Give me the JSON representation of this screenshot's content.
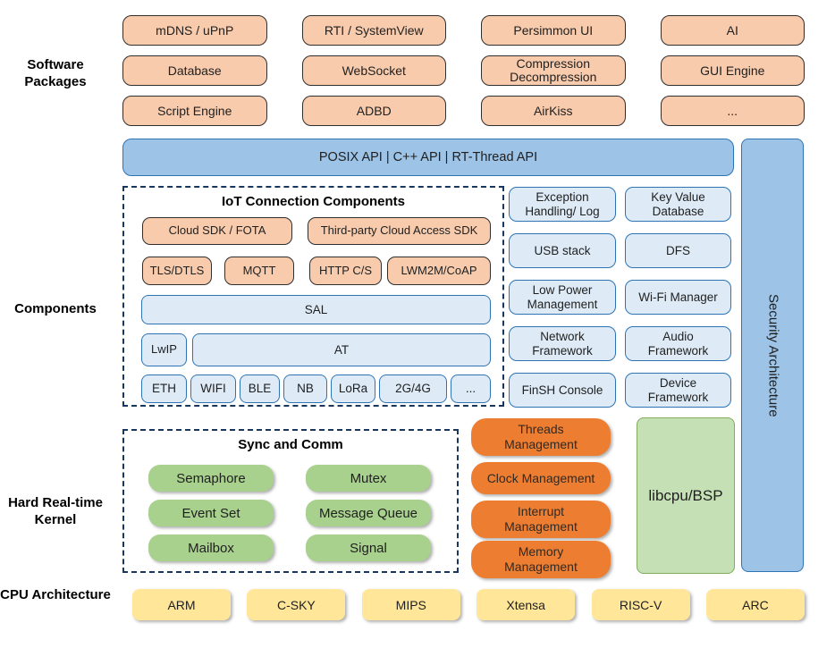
{
  "section_labels": {
    "software": "Software Packages",
    "components": "Components",
    "kernel": "Hard Real-time Kernel",
    "cpu": "CPU Architecture"
  },
  "software_packages": [
    "mDNS / uPnP",
    "RTI / SystemView",
    "Persimmon UI",
    "AI",
    "Database",
    "WebSocket",
    "Compression Decompression",
    "GUI Engine",
    "Script Engine",
    "ADBD",
    "AirKiss",
    "..."
  ],
  "api_bar": "POSIX API | C++ API | RT-Thread API",
  "security_bar": "Security Architecture",
  "iot": {
    "title": "IoT Connection Components",
    "sdk": [
      "Cloud SDK / FOTA",
      "Third-party Cloud Access SDK"
    ],
    "protocols": [
      "TLS/DTLS",
      "MQTT",
      "HTTP C/S",
      "LWM2M/CoAP"
    ],
    "sal": "SAL",
    "lwip": "LwIP",
    "at": "AT",
    "links": [
      "ETH",
      "WIFI",
      "BLE",
      "NB",
      "LoRa",
      "2G/4G",
      "..."
    ]
  },
  "component_boxes": [
    "Exception Handling/ Log",
    "Key Value Database",
    "USB stack",
    "DFS",
    "Low Power Management",
    "Wi-Fi Manager",
    "Network Framework",
    "Audio Framework",
    "FinSH Console",
    "Device Framework"
  ],
  "kernel": {
    "sync_title": "Sync and Comm",
    "sync_items": [
      "Semaphore",
      "Mutex",
      "Event Set",
      "Message Queue",
      "Mailbox",
      "Signal"
    ],
    "management": [
      "Threads Management",
      "Clock Management",
      "Interrupt Management",
      "Memory Management"
    ],
    "libcpu": "libcpu/BSP"
  },
  "cpu_architectures": [
    "ARM",
    "C-SKY",
    "MIPS",
    "Xtensa",
    "RISC-V",
    "ARC"
  ],
  "colors": {
    "package_fill": "#F8CBAD",
    "package_border": "#2e2e2e",
    "api_bar_fill": "#9DC3E6",
    "api_bar_border": "#2E74B5",
    "component_fill": "#DEEBF7",
    "component_border": "#2E74B5",
    "dashed_border": "#17375E",
    "sync_pill_fill": "#A9D18E",
    "management_pill_fill": "#ED7D31",
    "libcpu_fill": "#C5E0B4",
    "cpu_fill": "#FFE699"
  }
}
